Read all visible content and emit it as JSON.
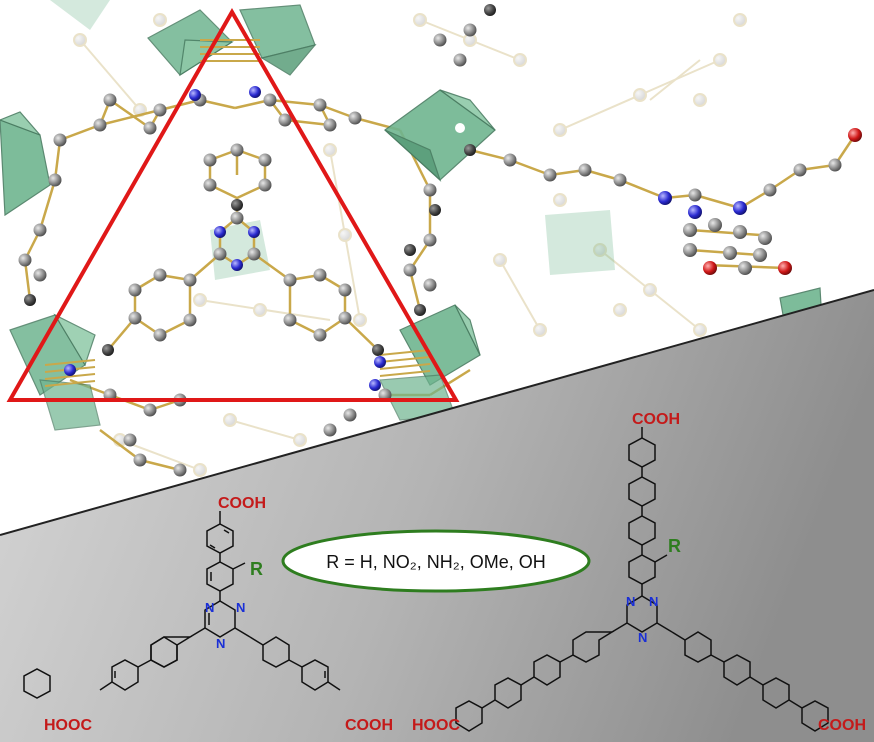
{
  "annotation": {
    "r_groups_text": "R = H, NO₂, NH₂, OMe, OH"
  },
  "ligand_small": {
    "top_group": "COOH",
    "left_group": "HOOC",
    "right_group": "COOH",
    "substituent": "R",
    "ring_n": "N"
  },
  "ligand_large": {
    "top_group": "COOH",
    "left_group": "HOOC",
    "right_group": "COOH",
    "substituent": "R",
    "ring_n": "N"
  },
  "colors": {
    "triangle": "#e01818",
    "polyhedra": "#6fb590",
    "carbon": "#8a8a8a",
    "nitrogen": "#2a2ad0",
    "oxygen": "#d01818",
    "bond": "#c9a84a",
    "acid_label": "#c41a1a",
    "r_label": "#2e7d1f",
    "ellipse": "#2e7d1f",
    "triazine_n": "#1a2fd6"
  }
}
